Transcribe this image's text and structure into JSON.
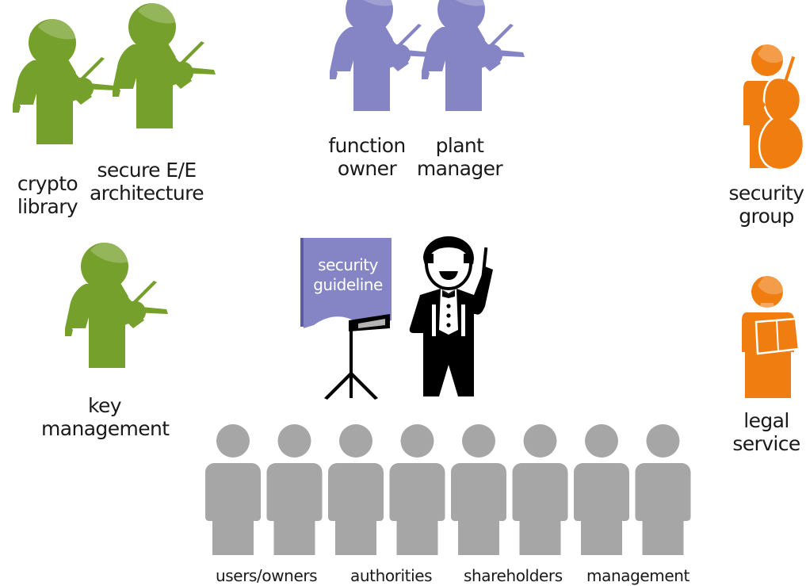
{
  "colors": {
    "green": "#76a02c",
    "purple": "#8585c6",
    "orange": "#ef7d0f",
    "gray": "#a6a6a6",
    "black": "#000000",
    "book_text": "#ffffff"
  },
  "musicians": [
    {
      "label": "crypto\nlibrary",
      "group": "green",
      "role": "violinist"
    },
    {
      "label": "secure E/E\narchitecture",
      "group": "green",
      "role": "violinist"
    },
    {
      "label": "key\nmanagement",
      "group": "green",
      "role": "violinist"
    },
    {
      "label": "function\nowner",
      "group": "purple",
      "role": "violinist"
    },
    {
      "label": "plant\nmanager",
      "group": "purple",
      "role": "violinist"
    },
    {
      "label": "security\ngroup",
      "group": "orange",
      "role": "cellist"
    },
    {
      "label": "legal\nservice",
      "group": "orange",
      "role": "singer"
    }
  ],
  "conductor": {
    "role": "conductor"
  },
  "score": {
    "title": "security\nguideline"
  },
  "audience": {
    "count": 8,
    "labels": [
      "users/owners",
      "authorities",
      "shareholders",
      "management"
    ]
  }
}
